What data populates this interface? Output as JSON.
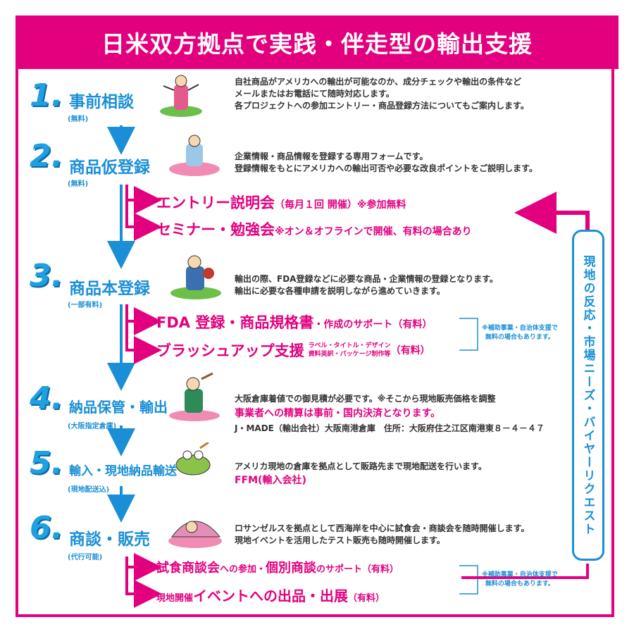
{
  "title": "日米双方拠点で実践・伴走型の輸出支援",
  "side_label": "現地の反応・市場ニーズ・バイヤーリクエスト",
  "steps": [
    {
      "num": "1.",
      "name": "事前相談",
      "sub": "(無料)",
      "desc": [
        "自社商品がアメリカへの輸出が可能なのか、成分チェックや輸出の条件など",
        "メールまたはお電話にて随時対応します。",
        "各プロジェクトへの参加エントリー・商品登録方法についてもご案内します。"
      ]
    },
    {
      "num": "2.",
      "name": "商品仮登録",
      "sub": "(無料)",
      "desc": [
        "企業情報・商品情報を登録する専用フォームです。",
        "登録情報をもとにアメリカへの輸出可否や必要な改良ポイントをご説明します。"
      ]
    },
    {
      "num": "3.",
      "name": "商品本登録",
      "sub": "(一部有料)",
      "desc": [
        "輸出の際、FDA登録などに必要な商品・企業情報の登録となります。",
        "輸出に必要な各種申請を説明しながら進めていきます。"
      ]
    },
    {
      "num": "4.",
      "name": "納品保管・輸出",
      "sub": "(大阪指定倉庫)",
      "desc": [
        "大阪倉庫着値での御見積が必要です。※そこから現地販売価格を調整",
        "事業者への精算は事前・国内決済となります。",
        "J・MADE（輸出会社）大阪南港倉庫　住所：大阪府住之江区南港東８－４－４７"
      ]
    },
    {
      "num": "5.",
      "name": "輸入・現地納品輸送",
      "sub": "(現地配送込)",
      "desc": [
        "アメリカ現地の倉庫を拠点として販路先まで現地配送を行います。",
        "FFM(輸入会社)"
      ]
    },
    {
      "num": "6.",
      "name": "商談・販売",
      "sub": "(代行可能)",
      "desc": [
        "ロサンゼルスを拠点として西海岸を中心に試食会・商談会を随時開催します。",
        "現地イベントを活用したテスト販売も随時開催します。"
      ]
    }
  ],
  "branches": {
    "entry_a": "エントリー説明会",
    "entry_b": "（毎月１回 開催）※参加無料",
    "seminar_a": "セミナー・勉強会",
    "seminar_b": "※オン＆オフラインで開催、有料の場合あり",
    "fda_a": "FDA 登録・商品規格書",
    "fda_b": "・作成のサポート（有料）",
    "brush_a": "ブラッシュアップ支援",
    "brush_b1": "ラベル・タイトル・デザイン",
    "brush_b2": "資料英訳・パッケージ制作等",
    "brush_c": "（有料）",
    "tasting_a": "試食商談会",
    "tasting_b": "への参加・",
    "tasting_c": "個別商談",
    "tasting_d": "のサポート（有料）",
    "event_a": "現地開催",
    "event_b": "イベントへの出品・出展",
    "event_c": "（有料）"
  },
  "notes": {
    "note1_l1": "※補助事業・自治体支援で",
    "note1_l2": "無料の場合もあります。",
    "note2_l1": "※補助事業・自治体支援で",
    "note2_l2": "無料の場合もあります。"
  },
  "colors": {
    "accent": "#e3007f",
    "blue": "#1a8fd6"
  }
}
